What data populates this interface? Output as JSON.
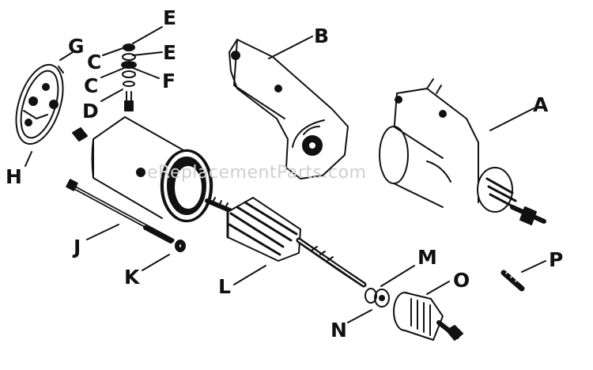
{
  "watermark": "eReplacementParts.com",
  "labels": {
    "A": "A",
    "B": "B",
    "C1": "C",
    "C2": "C",
    "D": "D",
    "E1": "E",
    "E2": "E",
    "F": "F",
    "G": "G",
    "H": "H",
    "J": "J",
    "K": "K",
    "L": "L",
    "M": "M",
    "N": "N",
    "O": "O",
    "P": "P"
  }
}
